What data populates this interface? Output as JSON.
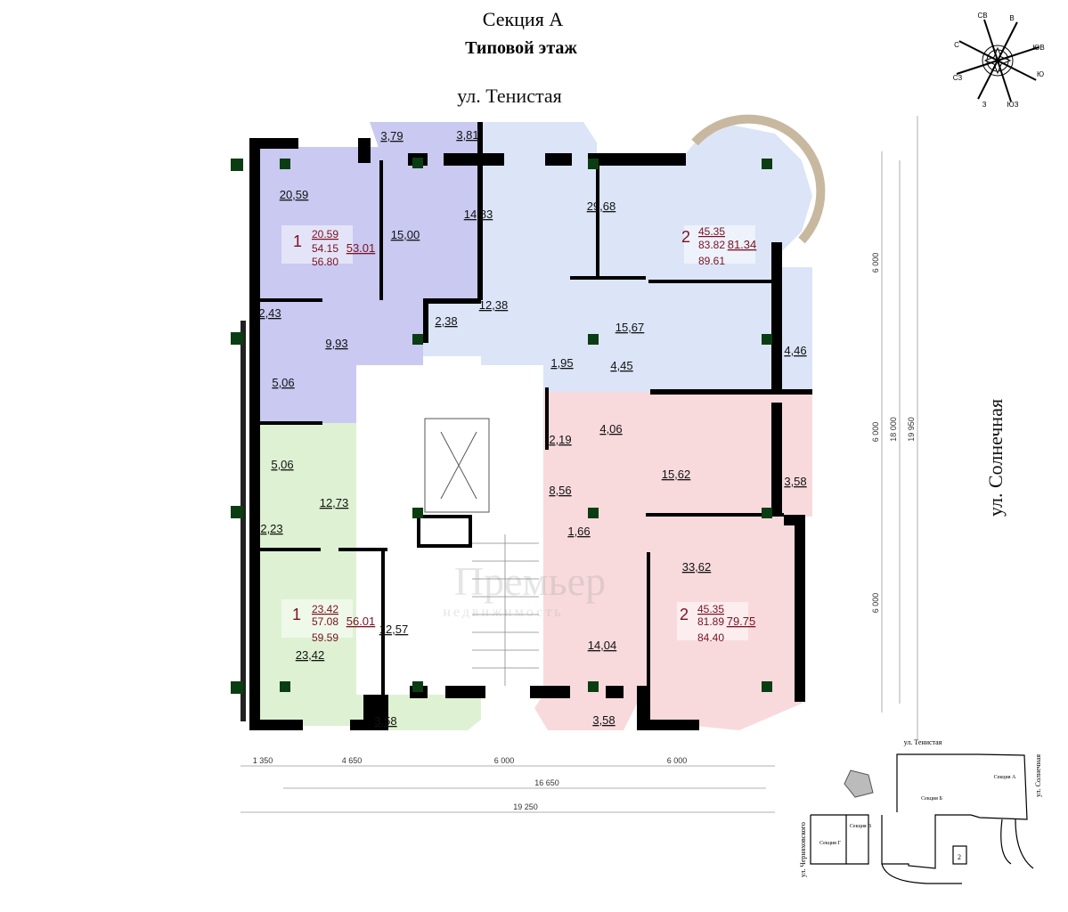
{
  "header": {
    "section": "Секция А",
    "floor": "Типовой этаж"
  },
  "streets": {
    "top": "ул. Тенистая",
    "right": "ул. Солнечная"
  },
  "compass": {
    "labels": [
      "С",
      "СВ",
      "В",
      "ЮВ",
      "Ю",
      "ЮЗ",
      "З",
      "СЗ"
    ]
  },
  "watermark": {
    "brand": "Премьер",
    "sub": "недвижимость"
  },
  "rooms": {
    "a1_living": "20,59",
    "a1_bed": "15,00",
    "a1_balcony": "3,79",
    "a1_wc": "2,43",
    "a1_hall": "9,93",
    "a1_bath": "5,06",
    "a2_balcony": "3,81",
    "a2_kitchen": "14,83",
    "a2_living": "29,68",
    "a2_storage": "2,38",
    "a2_hall": "12,38",
    "a2_wc": "1,95",
    "a2_bath": "4,45",
    "a2_bed": "15,67",
    "a2_loggia": "4,46",
    "a3_bath": "5,06",
    "a3_hall": "12,73",
    "a3_wc": "2,23",
    "a3_living": "23,42",
    "a3_kitchen": "12,57",
    "a3_balcony": "3,58",
    "a4_storage": "2,19",
    "a4_bath": "4,06",
    "a4_bed": "15,62",
    "a4_loggia": "3,58",
    "a4_hall": "8,56",
    "a4_wc": "1,66",
    "a4_kitchen": "14,04",
    "a4_living": "33,62",
    "a4_balcony": "3,58"
  },
  "apartments": [
    {
      "rooms": "1",
      "living": "20.59",
      "total": "54.15",
      "total_balc": "56.80",
      "area": "53.01"
    },
    {
      "rooms": "2",
      "living": "45.35",
      "total": "83.82",
      "total_balc": "89.61",
      "area": "81.34"
    },
    {
      "rooms": "1",
      "living": "23.42",
      "total": "57.08",
      "total_balc": "59.59",
      "area": "56.01"
    },
    {
      "rooms": "2",
      "living": "45.35",
      "total": "81.89",
      "total_balc": "84.40",
      "area": "79.75"
    }
  ],
  "dimensions": {
    "bottom": [
      "1 350",
      "4 650",
      "6 000",
      "6 000"
    ],
    "bottom_total1": "16 650",
    "bottom_total2": "19 250",
    "right": [
      "6 000",
      "6 000",
      "6 000"
    ],
    "right_total1": "18 000",
    "right_total2": "19 950"
  },
  "keymap": {
    "street_top": "ул. Тенистая",
    "street_right": "ул. Солнечная",
    "street_left": "ул. Черняховского",
    "sections": [
      "Секция А",
      "Секция Б",
      "Секция В",
      "Секция Г"
    ],
    "marker": "2"
  },
  "colors": {
    "apt1": "#c9c9f1",
    "apt2": "#dbe5f7",
    "apt3": "#def2d3",
    "apt4": "#f8dadd"
  }
}
